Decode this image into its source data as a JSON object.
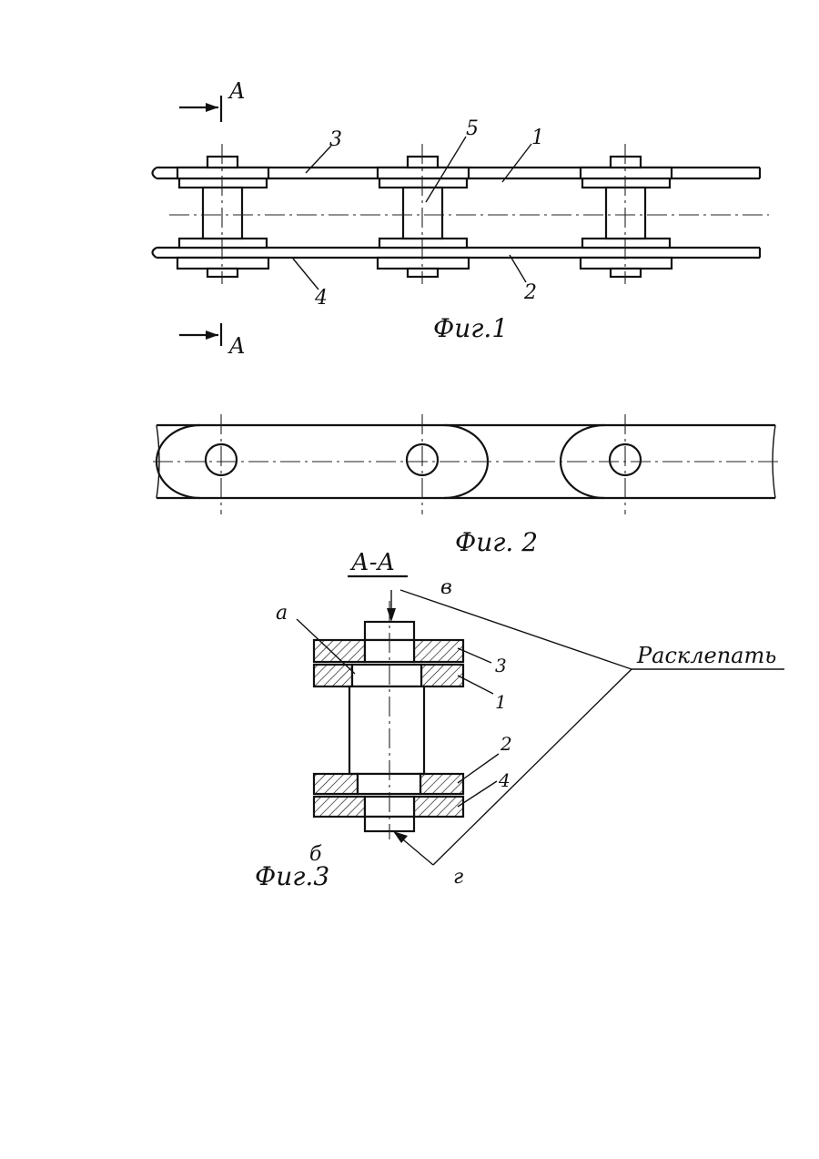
{
  "section_marks": {
    "top": "A",
    "bottom": "A"
  },
  "fig1": {
    "caption": "Фиг.1",
    "callouts": [
      "1",
      "2",
      "3",
      "4",
      "5"
    ]
  },
  "fig2": {
    "caption": "Фиг. 2"
  },
  "fig3": {
    "section_title": "А-А",
    "caption": "Фиг.3",
    "callouts": [
      "а",
      "в",
      "г",
      "б",
      "1",
      "2",
      "3",
      "4"
    ],
    "note": "Расклепать"
  },
  "colors": {
    "ink": "#111111",
    "paper": "#ffffff"
  }
}
